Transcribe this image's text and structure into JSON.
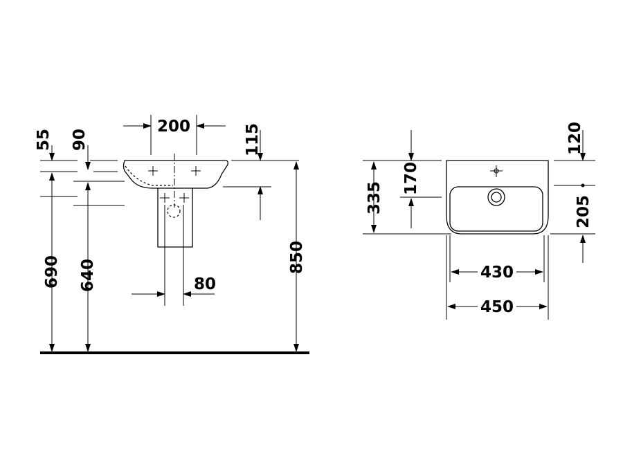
{
  "side_view": {
    "dim_55": "55",
    "dim_90": "90",
    "dim_200": "200",
    "dim_115": "115",
    "dim_690": "690",
    "dim_640": "640",
    "dim_80": "80",
    "dim_850": "850"
  },
  "top_view": {
    "dim_335": "335",
    "dim_170": "170",
    "dim_120": "120",
    "dim_205": "205",
    "dim_430": "430",
    "dim_450": "450"
  }
}
